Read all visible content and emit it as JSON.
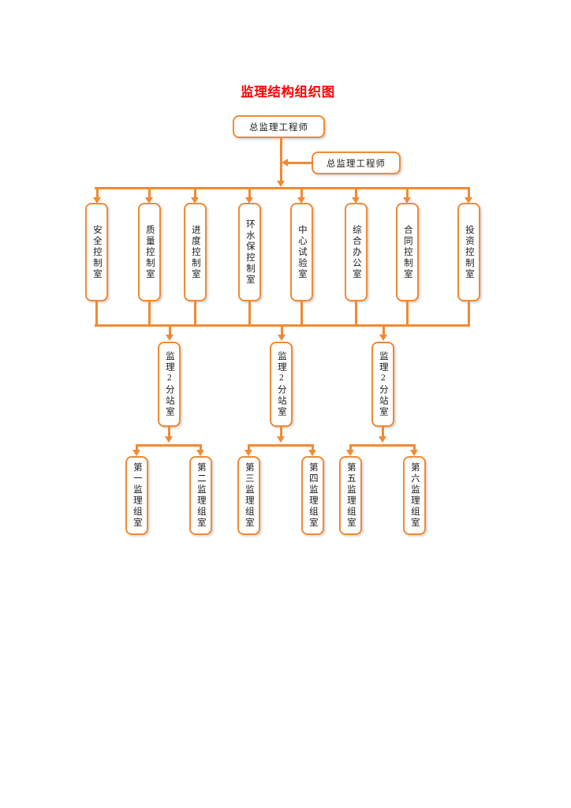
{
  "title": "监理结构组织图",
  "theme": {
    "accent": "#F08A34",
    "title_color": "#FF0000",
    "node_fill": "#FFFFFF",
    "text_color": "#1A1A1A"
  },
  "levels": {
    "level1": {
      "label": "chief-engineer-row",
      "nodes": [
        {
          "id": "chief-engineer-primary",
          "text": "总监理工程师"
        },
        {
          "id": "chief-engineer-secondary",
          "text": "总监理工程师"
        }
      ]
    },
    "level2": {
      "label": "control-offices-row",
      "nodes": [
        {
          "id": "safety-control-office",
          "text": "安全控制室"
        },
        {
          "id": "quality-control-office",
          "text": "质量控制室"
        },
        {
          "id": "progress-control-office",
          "text": "进度控制室"
        },
        {
          "id": "environment-water-control-office",
          "text": "环水保控制室"
        },
        {
          "id": "central-lab-office",
          "text": "中心试验室"
        },
        {
          "id": "general-administration-office",
          "text": "综合办公室"
        },
        {
          "id": "contract-control-office",
          "text": "合同控制室"
        },
        {
          "id": "investment-control-office",
          "text": "投资控制室"
        }
      ]
    },
    "level3": {
      "label": "supervision-substation-row",
      "nodes": [
        {
          "id": "supervision-substation-1",
          "text": "监理2分站室"
        },
        {
          "id": "supervision-substation-2",
          "text": "监理2分站室"
        },
        {
          "id": "supervision-substation-3",
          "text": "监理2分站室"
        }
      ]
    },
    "level4": {
      "label": "supervision-group-row",
      "nodes": [
        {
          "id": "supervision-group-1",
          "text": "第一监理组室"
        },
        {
          "id": "supervision-group-2",
          "text": "第二监理组室"
        },
        {
          "id": "supervision-group-3",
          "text": "第三监理组室"
        },
        {
          "id": "supervision-group-4",
          "text": "第四监理组室"
        },
        {
          "id": "supervision-group-5",
          "text": "第五监理组室"
        },
        {
          "id": "supervision-group-6",
          "text": "第六监理组室"
        }
      ]
    }
  }
}
